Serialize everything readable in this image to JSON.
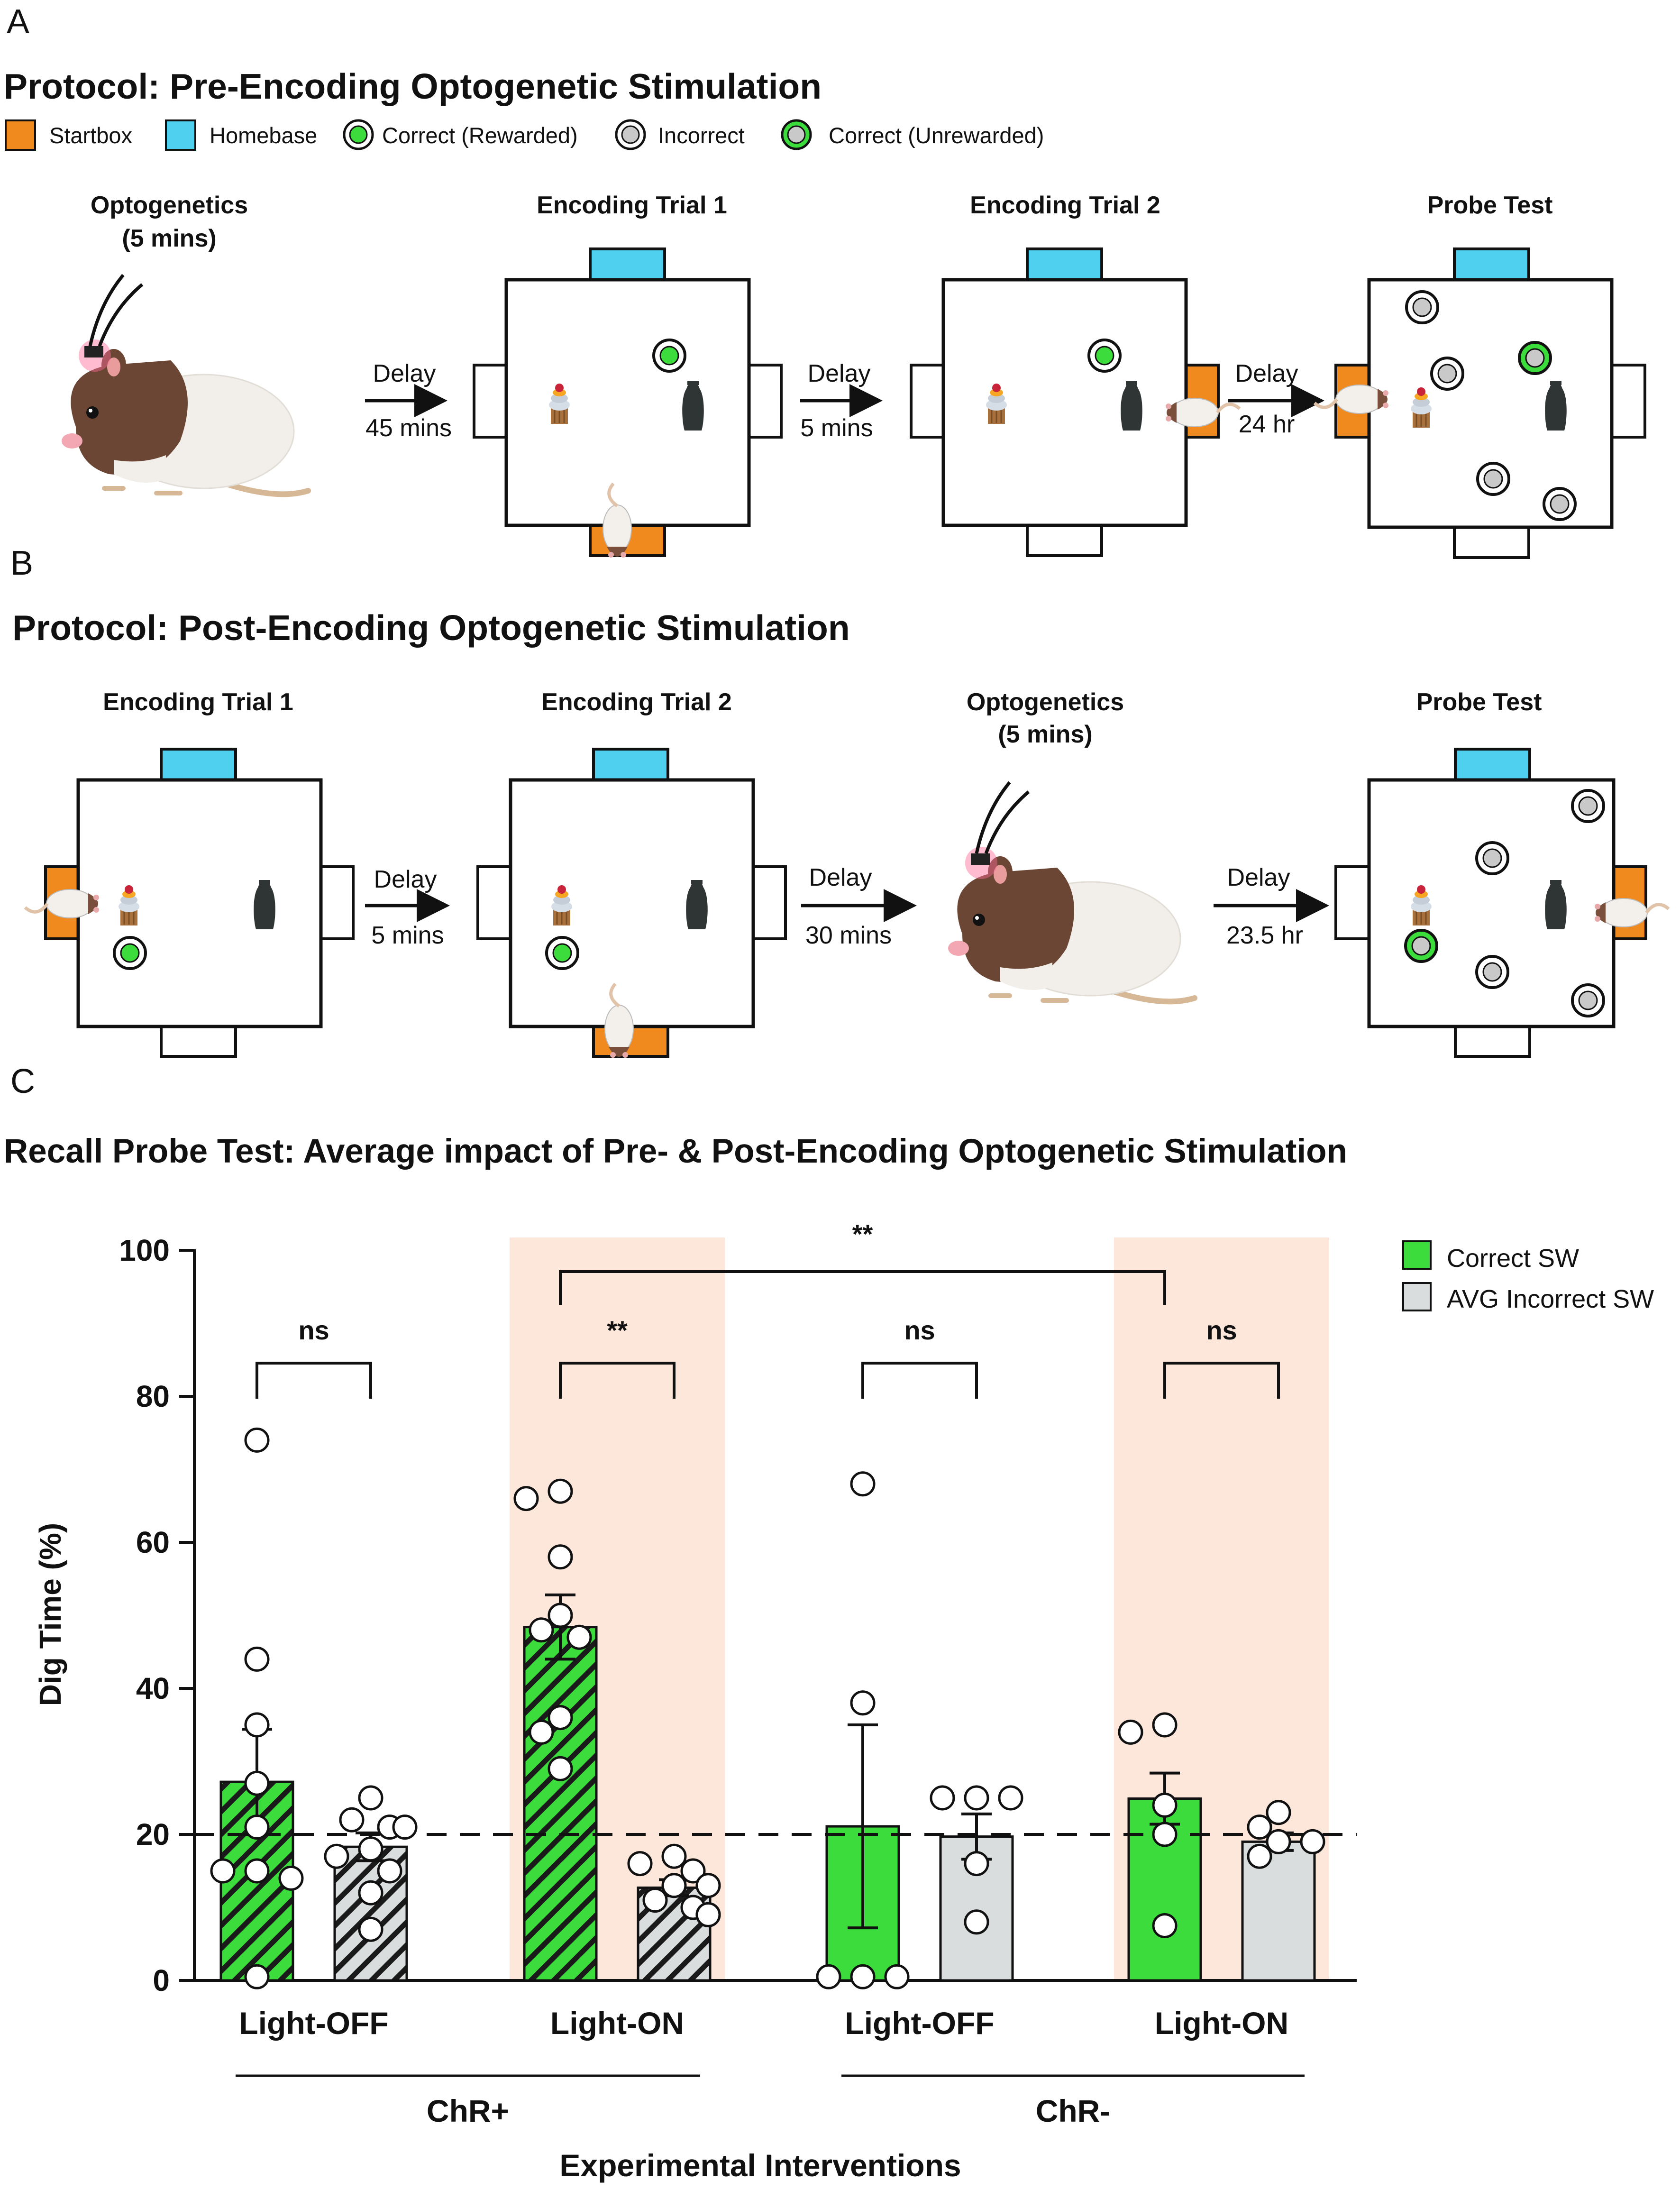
{
  "panel_a": {
    "letter": "A",
    "title": "Protocol: Pre-Encoding Optogenetic Stimulation",
    "legend": [
      {
        "label": "Startbox",
        "icon": "orange-square",
        "color": "#f08a1e"
      },
      {
        "label": "Homebase",
        "icon": "cyan-square",
        "color": "#4fd0ee"
      },
      {
        "label": "Correct (Rewarded)",
        "icon": "green-dot",
        "color": "#3ddc3d"
      },
      {
        "label": "Incorrect",
        "icon": "grey-dot",
        "color": "#c9c9c9"
      },
      {
        "label": "Correct (Unrewarded)",
        "icon": "green-ring-grey-dot",
        "color": "#c9c9c9"
      }
    ],
    "stages": [
      {
        "title_line1": "Optogenetics",
        "title_line2": "(5 mins)"
      },
      {
        "title": "Encoding Trial 1"
      },
      {
        "title": "Encoding Trial 2"
      },
      {
        "title": "Probe Test"
      }
    ],
    "delays": [
      {
        "label": "Delay",
        "time": "45 mins"
      },
      {
        "label": "Delay",
        "time": "5 mins"
      },
      {
        "label": "Delay",
        "time": "24 hr"
      }
    ]
  },
  "panel_b": {
    "letter": "B",
    "title": "Protocol: Post-Encoding Optogenetic Stimulation",
    "stages": [
      {
        "title": "Encoding Trial 1"
      },
      {
        "title": "Encoding Trial 2"
      },
      {
        "title_line1": "Optogenetics",
        "title_line2": "(5 mins)"
      },
      {
        "title": "Probe Test"
      }
    ],
    "delays": [
      {
        "label": "Delay",
        "time": "5 mins"
      },
      {
        "label": "Delay",
        "time": "30 mins"
      },
      {
        "label": "Delay",
        "time": "23.5 hr"
      }
    ]
  },
  "panel_c": {
    "letter": "C",
    "title": "Recall Probe Test: Average impact of Pre- & Post-Encoding Optogenetic Stimulation"
  },
  "chart_data": {
    "type": "bar",
    "title": "Recall Probe Test: Average impact of Pre- & Post-Encoding Optogenetic Stimulation",
    "ylabel": "Dig Time (%)",
    "xlabel": "Experimental Interventions",
    "ylim": [
      0,
      100
    ],
    "yticks": [
      "0",
      "20",
      "40",
      "60",
      "80",
      "100"
    ],
    "chance_level": 20,
    "categories": [
      "Light-OFF",
      "Light-ON",
      "Light-OFF",
      "Light-ON"
    ],
    "groups": [
      {
        "label": "ChR+",
        "categories": [
          0,
          1
        ]
      },
      {
        "label": "ChR-",
        "categories": [
          2,
          3
        ]
      }
    ],
    "shaded_categories": [
      1,
      3
    ],
    "colors": {
      "correct": "#3ddc3d",
      "incorrect": "#d9dddd",
      "shade": "#fde6da"
    },
    "legend_position": "top-right",
    "series": [
      {
        "name": "Correct SW",
        "means": [
          27.2,
          48.4,
          21.1,
          24.9
        ],
        "sem": [
          7.2,
          4.4,
          13.9,
          3.5
        ],
        "points": [
          [
            74,
            44,
            35,
            27,
            21,
            15,
            15,
            14,
            0.5
          ],
          [
            67,
            66,
            58,
            50,
            48,
            47,
            36,
            34,
            29
          ],
          [
            68,
            38,
            0.5,
            0.5,
            0.5
          ],
          [
            35,
            34,
            24,
            20,
            7.5
          ]
        ]
      },
      {
        "name": "AVG Incorrect SW",
        "means": [
          18.3,
          12.7,
          19.7,
          19.0
        ],
        "sem": [
          1.9,
          1.1,
          3.1,
          1.2
        ],
        "points": [
          [
            25,
            22,
            21,
            21,
            18,
            17,
            15,
            12,
            7
          ],
          [
            17,
            16,
            15,
            13,
            13,
            11,
            10,
            9,
            9
          ],
          [
            25,
            25,
            25,
            16,
            8
          ],
          [
            23,
            21,
            19,
            19,
            17
          ]
        ]
      }
    ],
    "significance": [
      {
        "label": "ns",
        "between": "Light-OFF ChR+ Correct vs Incorrect"
      },
      {
        "label": "**",
        "between": "Light-ON ChR+ Correct vs Incorrect"
      },
      {
        "label": "ns",
        "between": "Light-OFF ChR- Correct vs Incorrect"
      },
      {
        "label": "ns",
        "between": "Light-ON ChR- Correct vs Incorrect"
      },
      {
        "label": "**",
        "between": "Light-ON ChR+ Correct vs Light-ON ChR- Correct"
      }
    ]
  }
}
